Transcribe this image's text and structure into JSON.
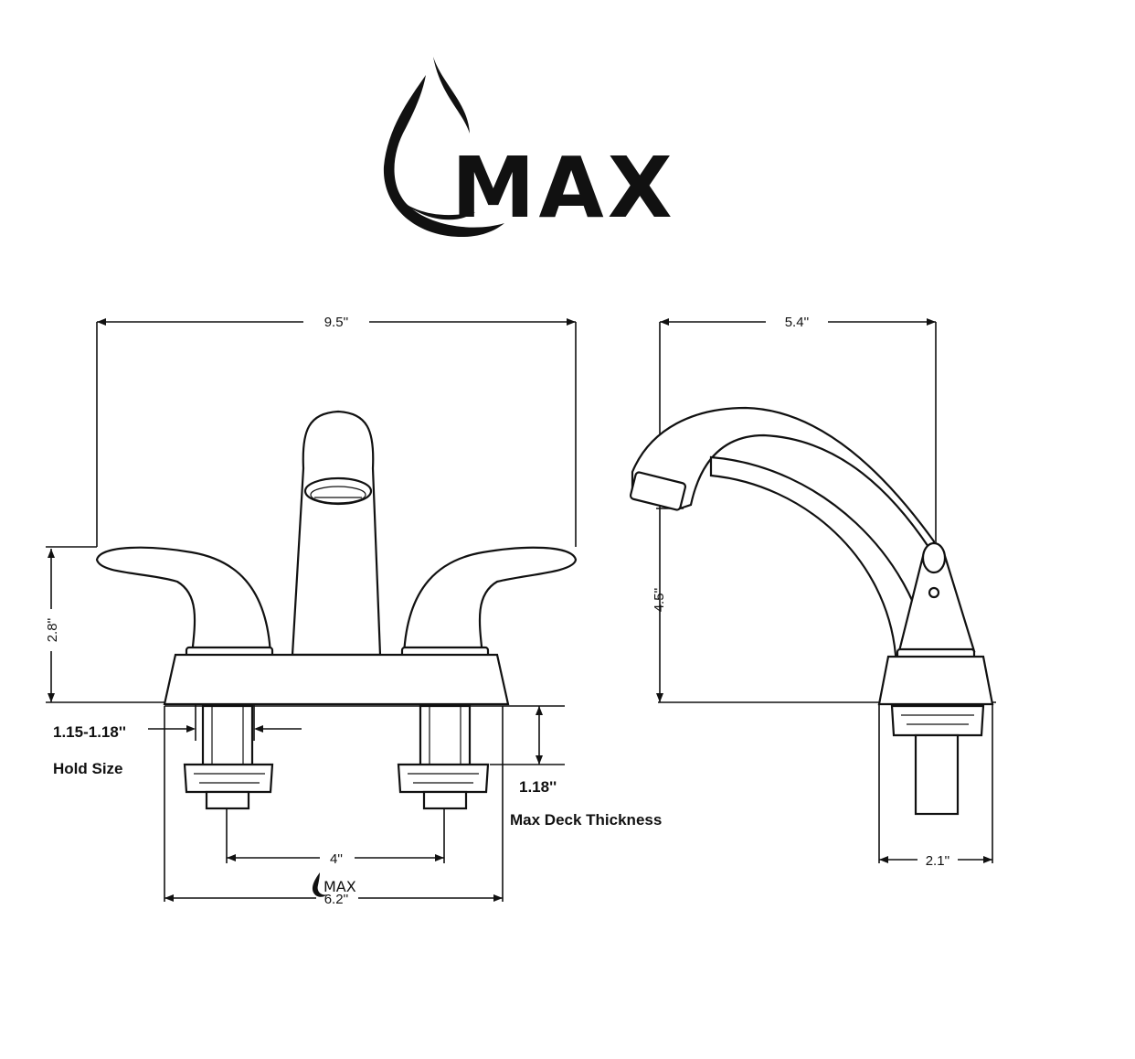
{
  "brand": {
    "name": "MAX",
    "watermark": "MAX"
  },
  "front_view": {
    "overall_width": "9.5''",
    "handle_height": "2.8''",
    "hole_size_value": "1.15-1.18''",
    "hole_size_label": "Hold Size",
    "deck_thickness_value": "1.18''",
    "deck_thickness_label": "Max Deck Thickness",
    "center_spacing": "4''",
    "base_width": "6.2''"
  },
  "side_view": {
    "spout_reach": "5.4''",
    "spout_height": "4.5''",
    "base_depth": "2.1''"
  }
}
